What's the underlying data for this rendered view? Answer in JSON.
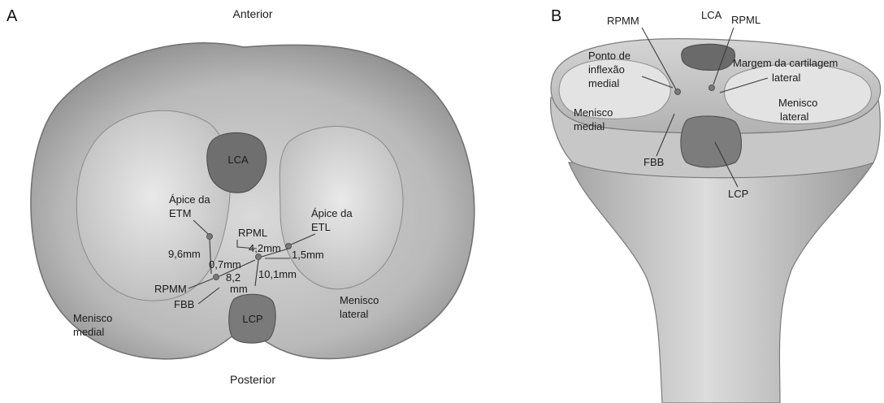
{
  "panel_a": {
    "letter": "A",
    "anterior": "Anterior",
    "posterior": "Posterior",
    "lca": "LCA",
    "lcp": "LCP",
    "apex_etm_1": "Ápice da",
    "apex_etm_2": "ETM",
    "apex_etl_1": "Ápice da",
    "apex_etl_2": "ETL",
    "rpml": "RPML",
    "rpmm": "RPMM",
    "fbb": "FBB",
    "m_9_6": "9,6mm",
    "m_4_2": "4,2mm",
    "m_1_5": "1,5mm",
    "m_0_7": "0,7mm",
    "m_8_2_a": "8,2",
    "m_8_2_b": "mm",
    "m_10_1": "10,1mm",
    "menisco_medial_1": "Menisco",
    "menisco_medial_2": "medial",
    "menisco_lateral_1": "Menisco",
    "menisco_lateral_2": "lateral"
  },
  "panel_b": {
    "letter": "B",
    "rpmm": "RPMM",
    "lca": "LCA",
    "rpml": "RPML",
    "ponto_1": "Ponto de",
    "ponto_2": "inflexão",
    "ponto_3": "medial",
    "margem_1": "Margem da cartilagem",
    "margem_2": "lateral",
    "menisco_medial_1": "Menisco",
    "menisco_medial_2": "medial",
    "menisco_lateral_1": "Menisco",
    "menisco_lateral_2": "lateral",
    "fbb": "FBB",
    "lcp": "LCP"
  }
}
